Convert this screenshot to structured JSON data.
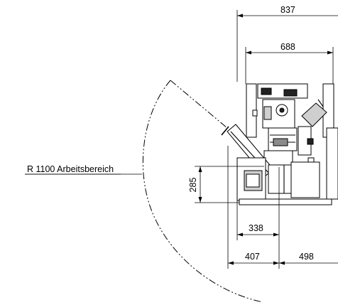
{
  "dimensions": {
    "overall_width": "837",
    "inner_width": "688",
    "height_offset": "285",
    "bottom_inner": "338",
    "bottom_left": "407",
    "bottom_right": "498"
  },
  "working_area_label": "R 1100 Arbeitsbereich"
}
